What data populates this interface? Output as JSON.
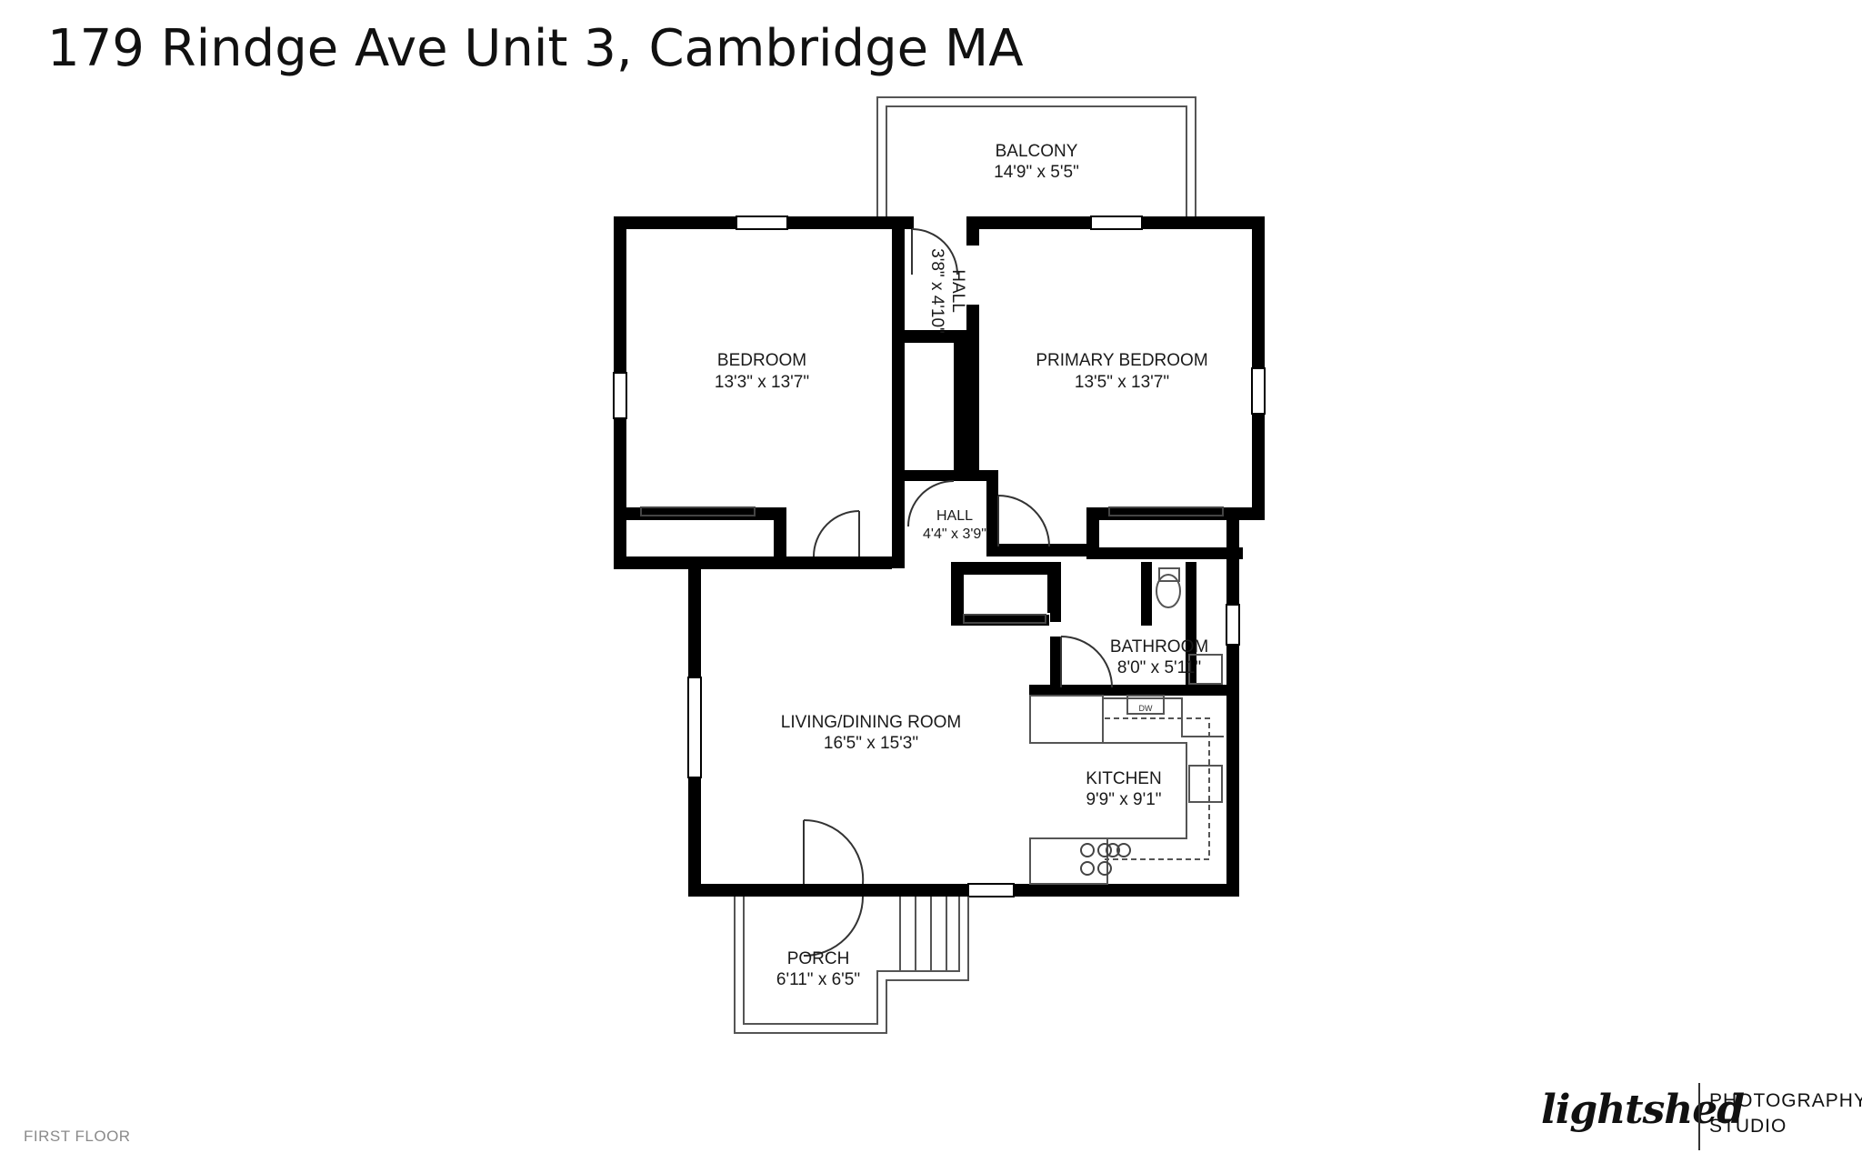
{
  "title": "179 Rindge Ave Unit 3, Cambridge MA",
  "floor_label": "FIRST FLOOR",
  "colors": {
    "wall": "#000000",
    "fixture": "#555555",
    "background": "#ffffff"
  },
  "rooms": {
    "balcony": {
      "name": "BALCONY",
      "dims": "14'9\" x 5'5\""
    },
    "hall_top": {
      "name": "HALL",
      "dims": "3'8\" x 4'10\""
    },
    "bedroom": {
      "name": "BEDROOM",
      "dims": "13'3\" x 13'7\""
    },
    "primary_bedroom": {
      "name": "PRIMARY BEDROOM",
      "dims": "13'5\" x 13'7\""
    },
    "hall_mid": {
      "name": "HALL",
      "dims": "4'4\" x 3'9\""
    },
    "bathroom": {
      "name": "BATHROOM",
      "dims": "8'0\" x 5'11\""
    },
    "living": {
      "name": "LIVING/DINING ROOM",
      "dims": "16'5\" x 15'3\""
    },
    "kitchen": {
      "name": "KITCHEN",
      "dims": "9'9\" x 9'1\"",
      "appliance": "DW"
    },
    "porch": {
      "name": "PORCH",
      "dims": "6'11\" x 6'5\""
    }
  },
  "logo": {
    "script": "lightshed",
    "line1": "PHOTOGRAPHY",
    "line2": "STUDIO"
  }
}
